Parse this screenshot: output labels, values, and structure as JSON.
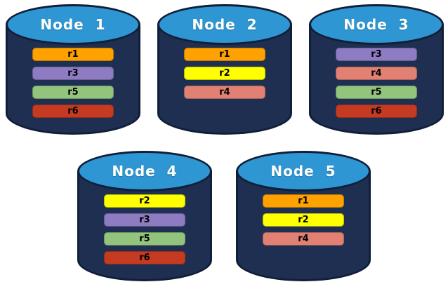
{
  "colors": {
    "cylinder_body": "#1E2F52",
    "cylinder_outline": "#101E38",
    "cylinder_top": "#2E96D2",
    "node_label_text": "#FFFFFF",
    "replica_label_text": "#000000",
    "replica_colors": {
      "r1": "#FFA200",
      "r2": "#FFFF00",
      "r3": "#8E7CC3",
      "r4": "#E08173",
      "r5": "#93C47D",
      "r6": "#C43B21"
    }
  },
  "nodes": [
    {
      "label": "Node  1",
      "row": 1,
      "replicas": [
        "r1",
        "r3",
        "r5",
        "r6"
      ]
    },
    {
      "label": "Node  2",
      "row": 1,
      "replicas": [
        "r1",
        "r2",
        "r4"
      ]
    },
    {
      "label": "Node  3",
      "row": 1,
      "replicas": [
        "r3",
        "r4",
        "r5",
        "r6"
      ]
    },
    {
      "label": "Node  4",
      "row": 2,
      "replicas": [
        "r2",
        "r3",
        "r5",
        "r6"
      ]
    },
    {
      "label": "Node  5",
      "row": 2,
      "replicas": [
        "r1",
        "r2",
        "r4"
      ]
    }
  ]
}
